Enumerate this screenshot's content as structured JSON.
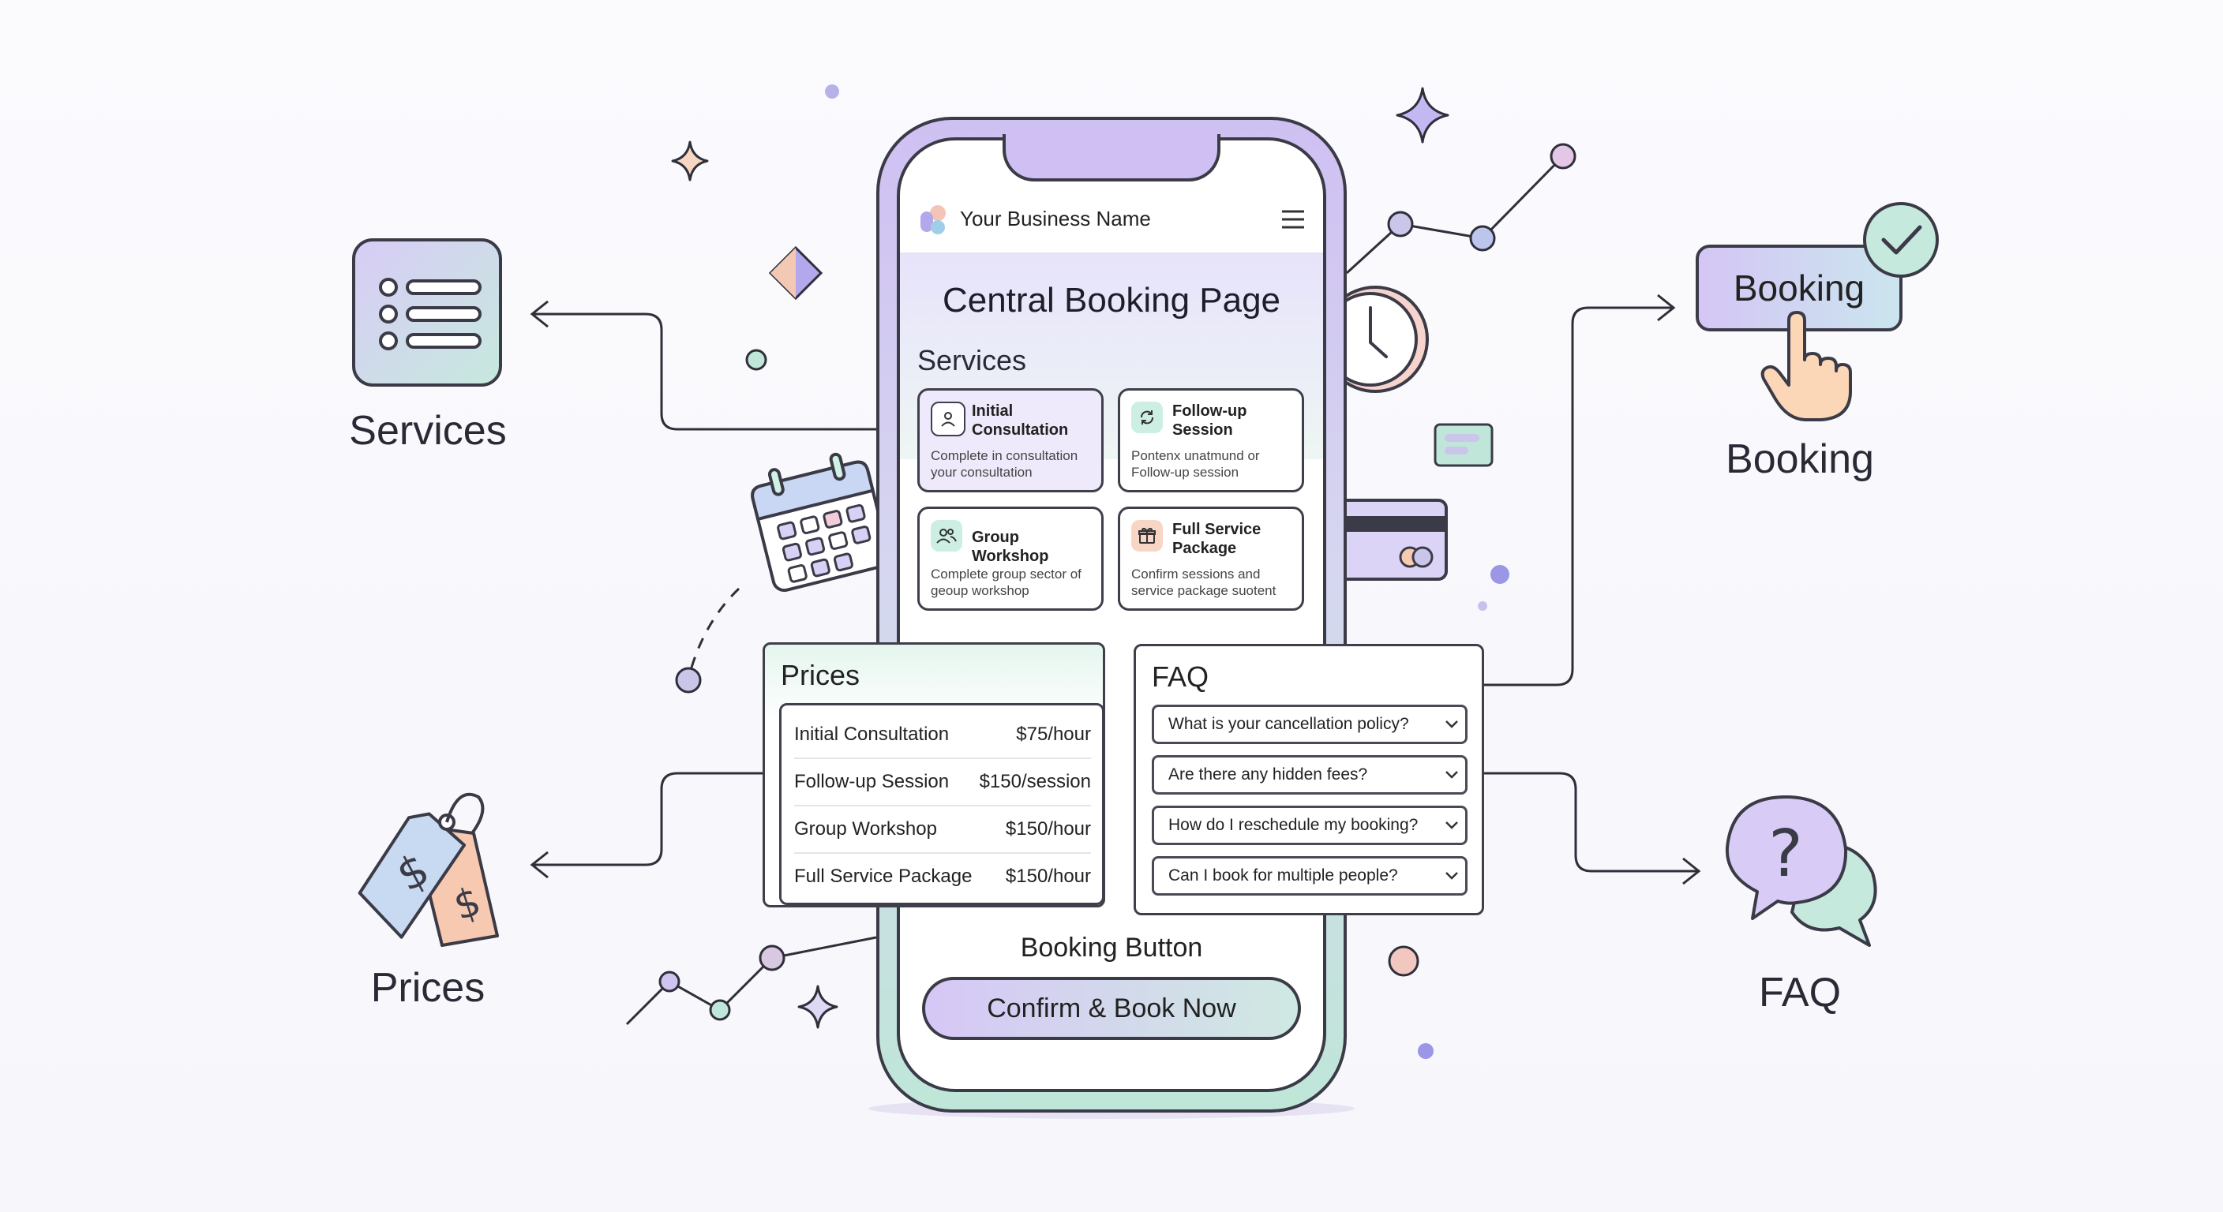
{
  "phone": {
    "business_name": "Your Business Name",
    "page_title": "Central Booking Page",
    "services_heading": "Services",
    "services": [
      {
        "title": "Initial Consultation",
        "desc": "Complete in consultation your consultation",
        "icon": "user-icon"
      },
      {
        "title": "Follow-up Session",
        "desc": "Pontenx unatmund or Follow-up session",
        "icon": "refresh-icon"
      },
      {
        "title": "Group Workshop",
        "desc": "Complete group sector of geoup workshop",
        "icon": "group-icon"
      },
      {
        "title": "Full Service Package",
        "desc": "Confirm sessions and service package suotent",
        "icon": "gift-icon"
      }
    ],
    "booking_label": "Booking Button",
    "cta_label": "Confirm & Book Now"
  },
  "prices": {
    "heading": "Prices",
    "rows": [
      {
        "name": "Initial Consultation",
        "price": "$75/hour"
      },
      {
        "name": "Follow-up Session",
        "price": "$150/session"
      },
      {
        "name": "Group Workshop",
        "price": "$150/hour"
      },
      {
        "name": "Full Service Package",
        "price": "$150/hour"
      }
    ]
  },
  "faq": {
    "heading": "FAQ",
    "questions": [
      "What is your cancellation policy?",
      "Are there any hidden fees?",
      "How do I reschedule my booking?",
      "Can I book for multiple people?"
    ]
  },
  "side_labels": {
    "services": "Services",
    "prices": "Prices",
    "booking": "Booking",
    "faq": "FAQ"
  },
  "booking_button": {
    "label": "Booking"
  },
  "colors": {
    "lavender": "#d4c6f5",
    "mint": "#bfe6d8",
    "peach": "#f6c9b0",
    "outline": "#3b3b48"
  }
}
